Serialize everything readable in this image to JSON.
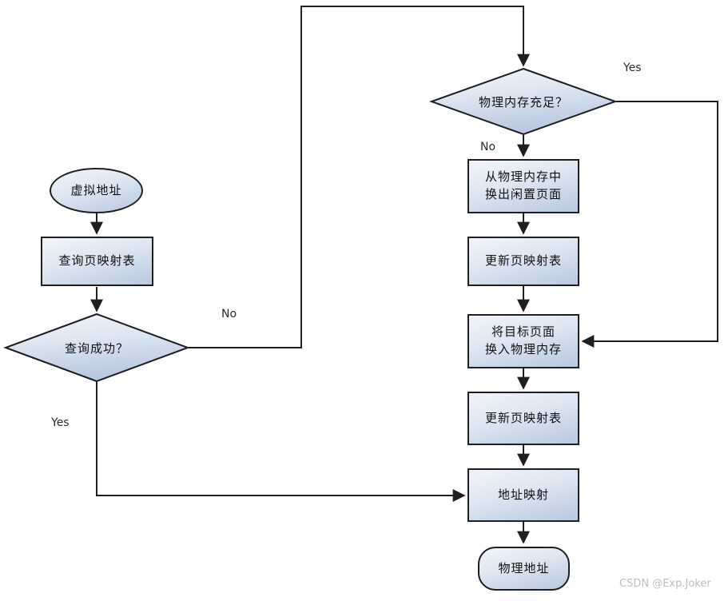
{
  "diagram": {
    "nodes": {
      "virtual_address": "虚拟地址",
      "query_page_table": "查询页映射表",
      "query_success": "查询成功？",
      "memory_sufficient": "物理内存充足？",
      "swap_out_idle_page": "从物理内存中\n换出闲置页面",
      "update_page_table_1": "更新页映射表",
      "swap_in_target_page": "将目标页面\n换入物理内存",
      "update_page_table_2": "更新页映射表",
      "address_mapping": "地址映射",
      "physical_address": "物理地址"
    },
    "edge_labels": {
      "memory_sufficient_yes": "Yes",
      "memory_sufficient_no": "No",
      "query_success_no": "No",
      "query_success_yes": "Yes"
    },
    "colors": {
      "shape_border": "#1f1f1f",
      "shape_fill_light": "#f2f5fa",
      "shape_fill_dark": "#b9c8e0",
      "connector": "#1f1f1f",
      "watermark_text": "#bcbcbc"
    }
  },
  "watermark": "CSDN @Exp.Joker"
}
